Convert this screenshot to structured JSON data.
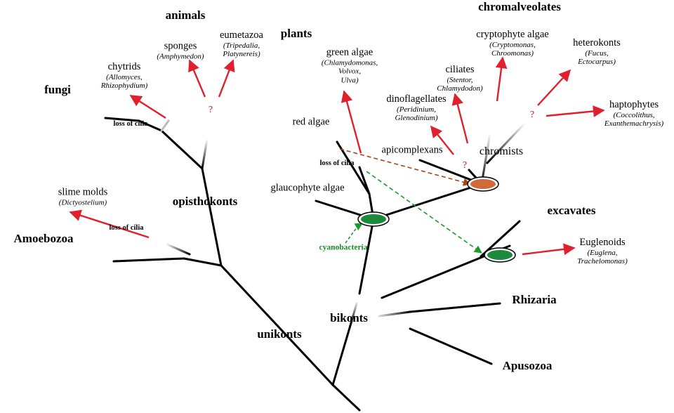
{
  "colors": {
    "branch": "#000000",
    "arrow_red": "#e0202c",
    "arrow_brown": "#b0401a",
    "arrow_green": "#1a9a2a",
    "plastid_green": "#1b8a3a",
    "plastid_orange": "#d06a3a"
  },
  "groups": {
    "animals": "animals",
    "fungi": "fungi",
    "plants": "plants",
    "chromalveolates": "chromalveolates",
    "amoebozoa": "Amoebozoa",
    "opisthokonts": "opisthokonts",
    "unikonts": "unikonts",
    "bikonts": "bikonts",
    "excavates": "excavates",
    "rhizaria": "Rhizaria",
    "apusozoa": "Apusozoa",
    "chromists": "chromists"
  },
  "taxa": {
    "sponges": {
      "name": "sponges",
      "examples": "(Amphymedon)"
    },
    "eumetazoa": {
      "name": "eumetazoa",
      "examples_1": "(Tripedalia,",
      "examples_2": "Platynereis)"
    },
    "chytrids": {
      "name": "chytrids",
      "examples_1": "(Allomyces,",
      "examples_2": "Rhizophydium)"
    },
    "slime_molds": {
      "name": "slime molds",
      "examples": "(Dictyostelium)"
    },
    "green_algae": {
      "name": "green algae",
      "examples_1": "(Chlamydomonas,",
      "examples_2": "Volvox,",
      "examples_3": "Ulva)"
    },
    "red_algae": {
      "name": "red algae"
    },
    "glaucophyte_algae": {
      "name": "glaucophyte algae"
    },
    "cryptophyte_algae": {
      "name": "cryptophyte algae",
      "examples_1": "(Cryptomonas,",
      "examples_2": "Chroomonas)"
    },
    "heterokonts": {
      "name": "heterokonts",
      "examples_1": "(Fucus,",
      "examples_2": "Ectocarpus)"
    },
    "ciliates": {
      "name": "ciliates",
      "examples_1": "(Stentor,",
      "examples_2": "Chlamydodon)"
    },
    "dinoflagellates": {
      "name": "dinoflagellates",
      "examples_1": "(Peridinium,",
      "examples_2": "Glenodinium)"
    },
    "haptophytes": {
      "name": "haptophytes",
      "examples_1": "(Coccolithus,",
      "examples_2": "Exanthemachrysis)"
    },
    "apicomplexans": {
      "name": "apicomplexans"
    },
    "euglenoids": {
      "name": "Euglenoids",
      "examples_1": "(Euglena,",
      "examples_2": "Trachelomonas)"
    }
  },
  "annotations": {
    "loss_of_cilia_fungi": "loss of cilia",
    "loss_of_cilia_slime": "loss of cilia",
    "loss_of_cilia_plants": "loss of cilia",
    "cyanobacteria": "cyanobacteria",
    "q_animals": "?",
    "q_chromalveolates": "?",
    "q_chromists": "?"
  }
}
